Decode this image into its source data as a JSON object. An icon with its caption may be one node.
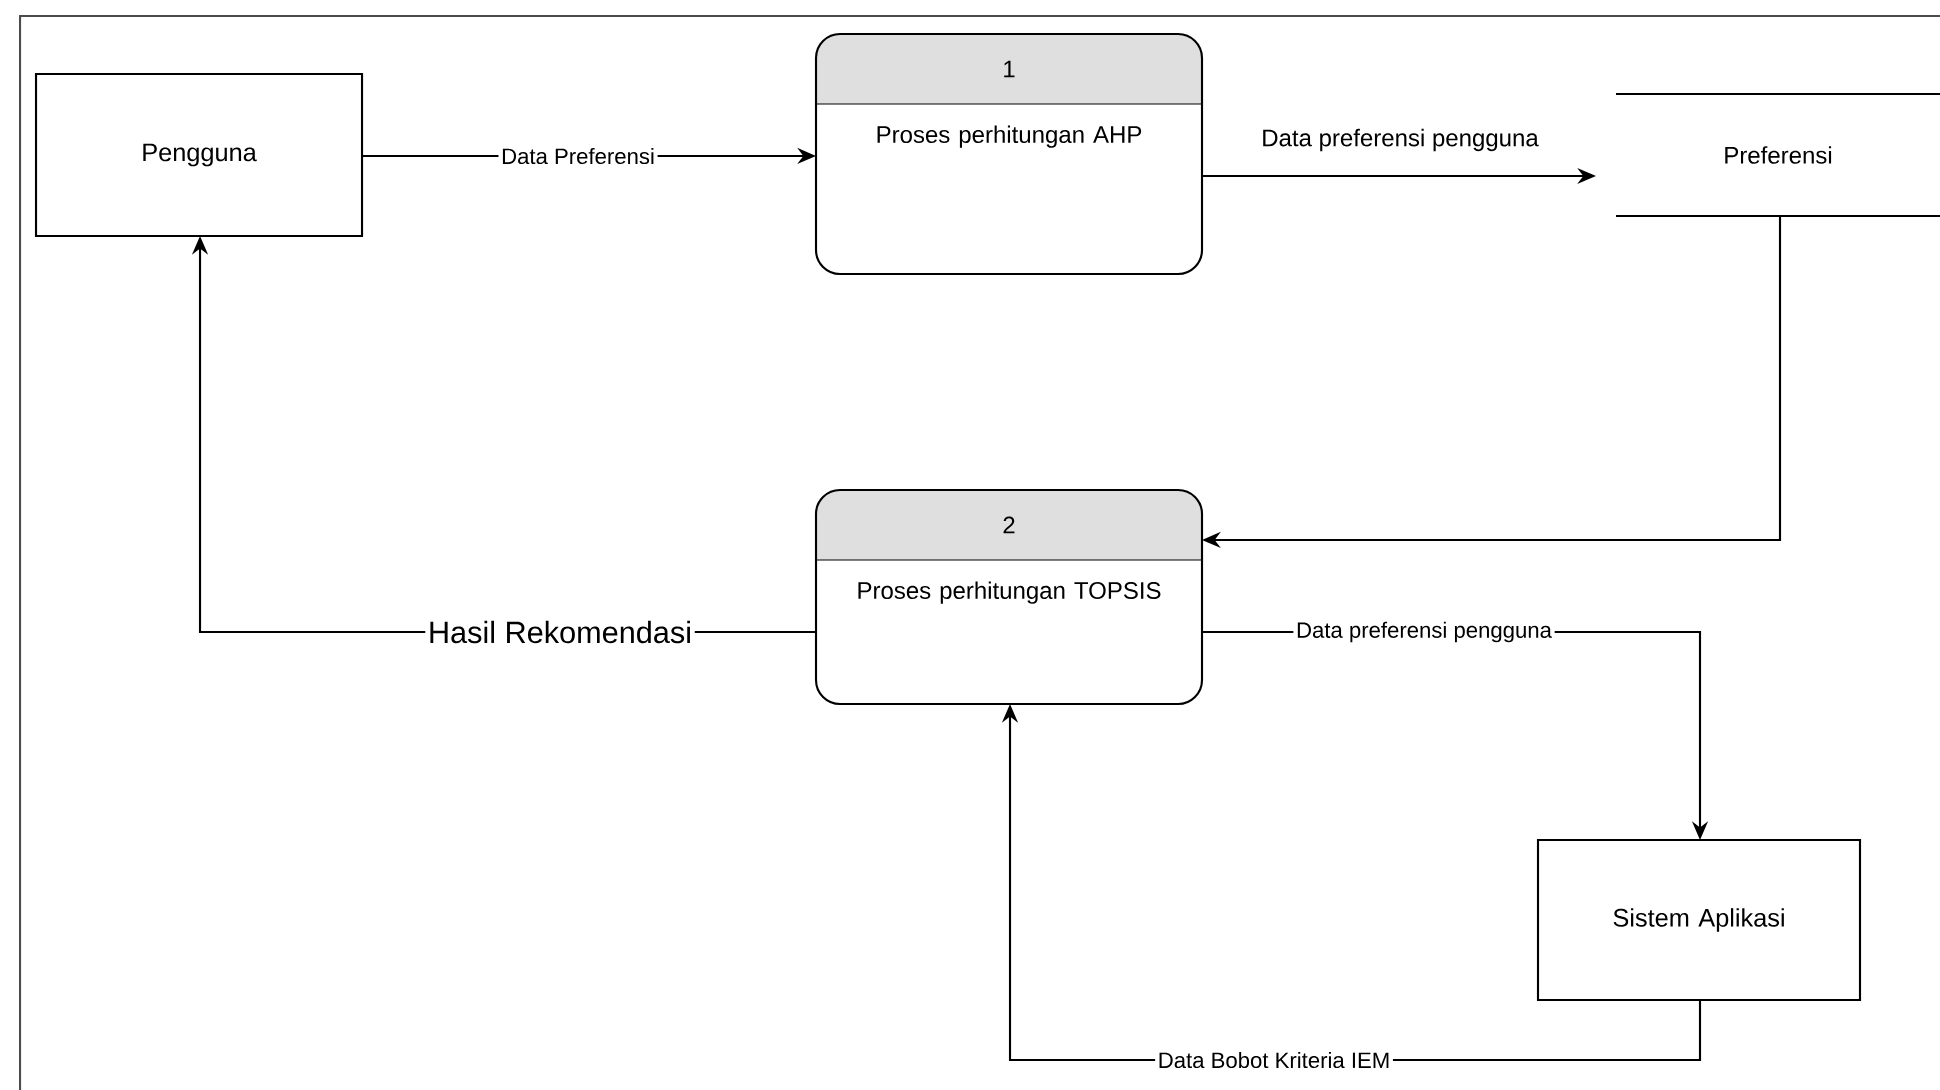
{
  "diagram": {
    "nodes": [
      {
        "text": [
          "Pengguna"
        ]
      },
      {
        "text": [
          "1",
          "Proses perhitungan AHP"
        ]
      },
      {
        "text": [
          "Preferensi"
        ]
      },
      {
        "text": [
          "2",
          "Proses perhitungan TOPSIS"
        ]
      },
      {
        "text": [
          "Sistem Aplikasi"
        ]
      }
    ],
    "edges": [
      {
        "from": 0,
        "to": 1,
        "arrow": "to",
        "label": "Data Preferensi"
      },
      {
        "from": 1,
        "to": 2,
        "arrow": "to",
        "label": "Data preferensi pengguna"
      },
      {
        "from": 2,
        "to": 3,
        "arrow": "to"
      },
      {
        "from": 3,
        "to": 0,
        "arrow": "to",
        "label": "Hasil Rekomendasi"
      },
      {
        "from": 3,
        "to": 4,
        "arrow": "to",
        "label": "Data preferensi pengguna"
      },
      {
        "from": 4,
        "to": 3,
        "arrow": "to",
        "label": "Data Bobot Kriteria IEM"
      }
    ]
  }
}
